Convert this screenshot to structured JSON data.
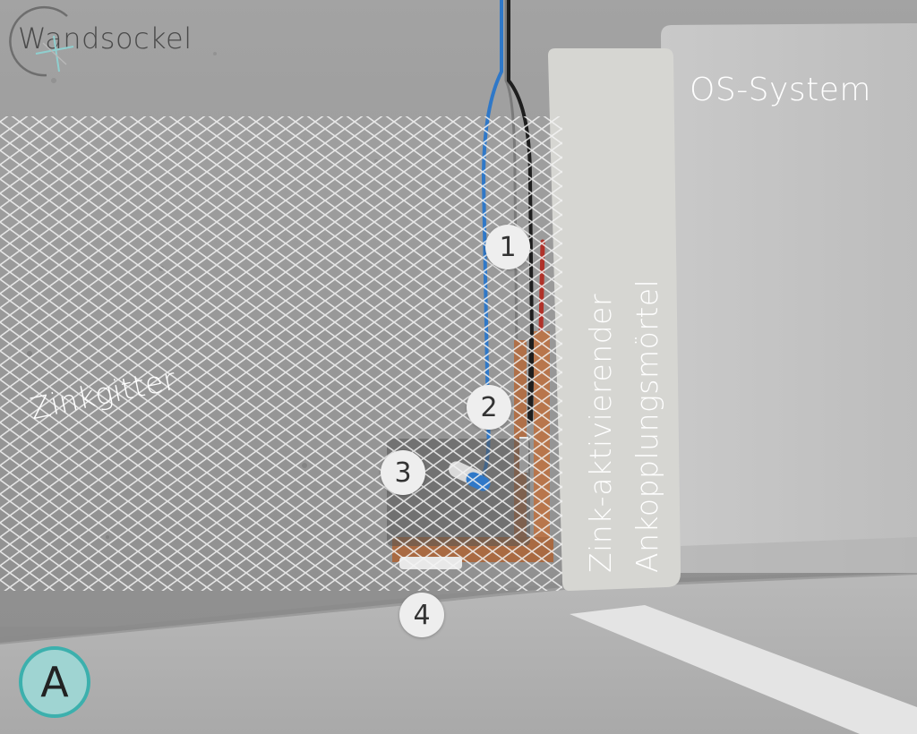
{
  "labels": {
    "wall_base": "Wandsockel",
    "os_system": "OS-System",
    "zinc_grid": "Zinkgitter",
    "mortar_line1": "Zink-aktivierender",
    "mortar_line2": "Ankopplungsmörtel"
  },
  "markers": [
    "1",
    "2",
    "3",
    "4"
  ],
  "badge": "A",
  "icons": {
    "logo": "brand-logo-icon"
  },
  "colors": {
    "concrete": "#9a9a9a",
    "floor": "#b8b8b8",
    "os_coating": "#c7c7c7",
    "mortar": "#d6d6d2",
    "mesh": "#f2f2f2",
    "cable_blue": "#2f78c8",
    "cable_black": "#1e1e1e",
    "cable_red": "#b0322a",
    "copper": "#b07048",
    "badge_fill": "#9fd4d2",
    "badge_ring": "#3cb0ad"
  }
}
